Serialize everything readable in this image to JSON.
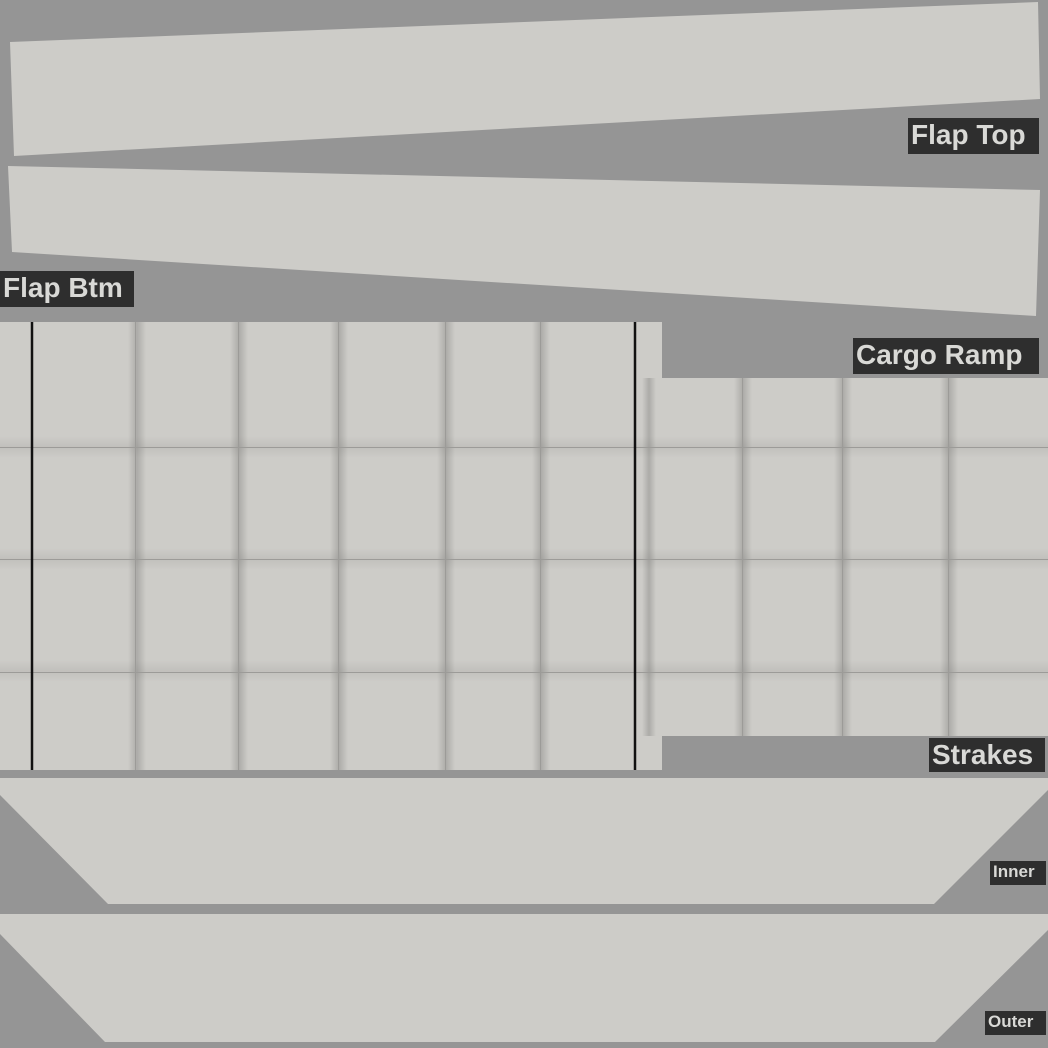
{
  "texture": {
    "colors": {
      "background": "#959595",
      "panel": "#cdccc8",
      "label_bg": "#2e2e2e",
      "label_text": "#d9d9d6"
    },
    "labels": {
      "flap_top": "Flap Top",
      "flap_btm": "Flap Btm",
      "cargo_ramp": "Cargo Ramp",
      "strakes": "Strakes",
      "inner": "Inner",
      "outer": "Outer"
    }
  }
}
